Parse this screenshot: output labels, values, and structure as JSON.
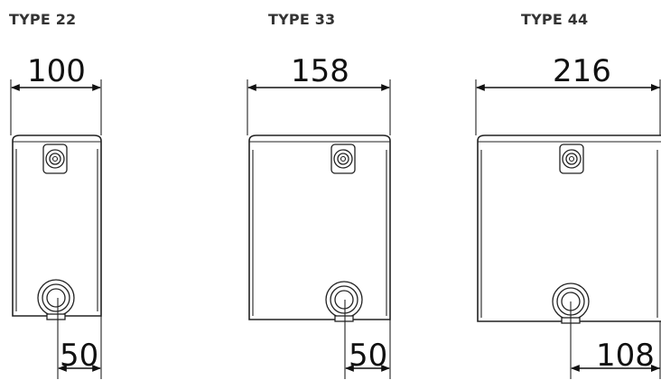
{
  "radiators": [
    {
      "type_label": "TYPE 22",
      "depth_dimension": "100",
      "pipe_offset_dimension": "50"
    },
    {
      "type_label": "TYPE 33",
      "depth_dimension": "158",
      "pipe_offset_dimension": "50"
    },
    {
      "type_label": "TYPE 44",
      "depth_dimension": "216",
      "pipe_offset_dimension": "108"
    }
  ],
  "colors": {
    "line": "#222222",
    "label": "#333333",
    "background": "#ffffff"
  }
}
